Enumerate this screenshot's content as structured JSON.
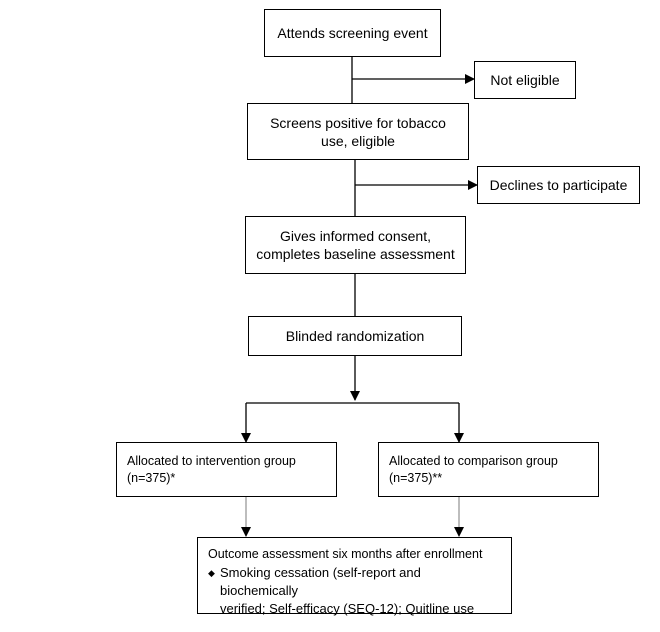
{
  "boxes": {
    "attends": "Attends screening event",
    "not_eligible": "Not eligible",
    "screens_positive": "Screens positive for tobacco\nuse, eligible",
    "declines": "Declines to participate",
    "consent": "Gives informed consent,\ncompletes baseline assessment",
    "randomization": "Blinded randomization",
    "intervention": "Allocated to intervention group\n(n=375)*",
    "comparison": "Allocated to comparison group\n(n=375)**"
  },
  "outcome": {
    "heading": "Outcome assessment six months after enrollment",
    "bullet": "Smoking cessation (self-report and biochemically\n  verified; Self-efficacy (SEQ-12); Quitline use"
  }
}
